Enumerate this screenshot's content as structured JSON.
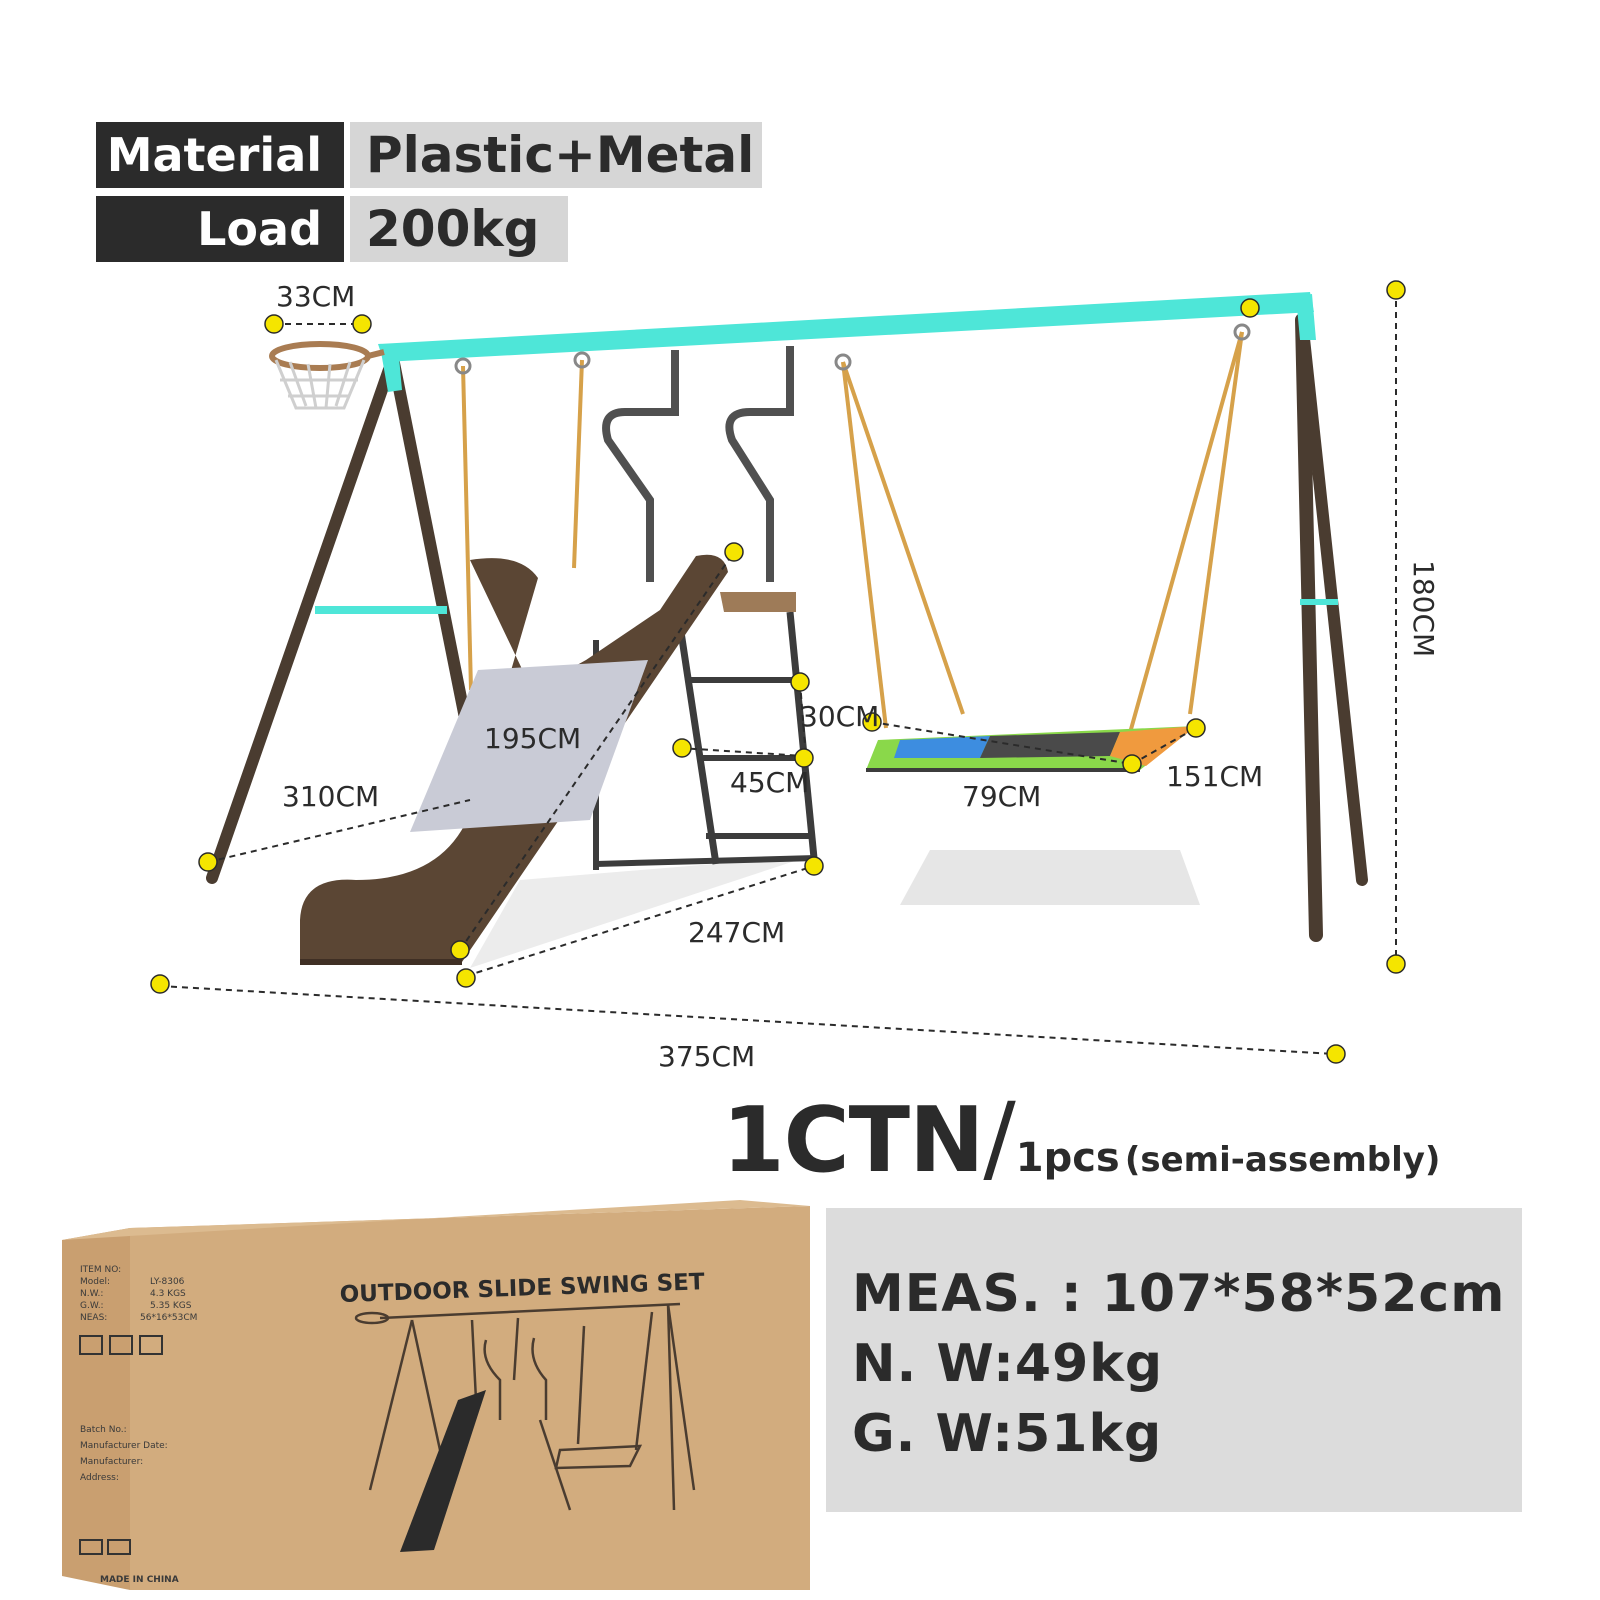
{
  "specs": [
    {
      "label": "Material",
      "value": "Plastic+Metal"
    },
    {
      "label": "Load",
      "value": "200kg"
    }
  ],
  "dimensions": {
    "hoop": "33CM",
    "height": "180CM",
    "slide": "195CM",
    "frame_depth": "310CM",
    "platform_height": "30CM",
    "ladder_width": "45CM",
    "swing_width": "79CM",
    "swing_length": "151CM",
    "slide_base": "247CM",
    "total_length": "375CM"
  },
  "carton": {
    "count": "1CTN",
    "slash": "/",
    "pieces": "1pcs",
    "note": "(semi-assembly)"
  },
  "packing": {
    "meas": "MEAS. : 107*58*52cm",
    "net_weight": "N. W:49kg",
    "gross_weight": "G. W:51kg"
  },
  "box": {
    "title": "OUTDOOR SLIDE SWING SET",
    "label_lines": [
      "ITEM NO:",
      "Model:",
      "N.W.:",
      "G.W.:",
      "NEAS:",
      "Batch No.:",
      "Manufacturer Date:",
      "Manufacturer:",
      "Address:",
      "MADE IN CHINA"
    ],
    "label_values": [
      "LY-8306",
      "4.3 KGS",
      "5.35 KGS",
      "56*16*53CM"
    ]
  },
  "colors": {
    "dark": "#2b2b2b",
    "frame_top": "#4ee6d8",
    "frame_legs": "#4a3c30",
    "slide": "#5b4634",
    "slide_stripe": "#c9cbd6",
    "marker": "#f5e500",
    "cardboard": "#d2ac7e",
    "panel": "#dcdcdc"
  }
}
